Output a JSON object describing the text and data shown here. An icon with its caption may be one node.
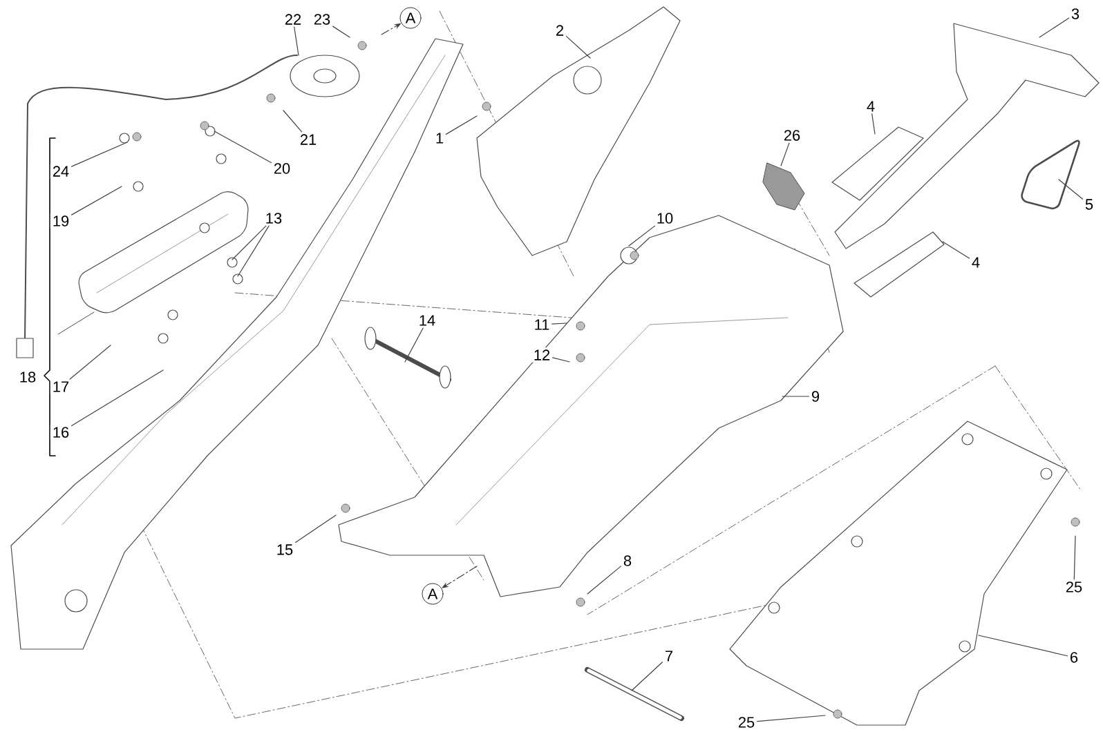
{
  "diagram": {
    "nodes": [
      {
        "text": [
          "1"
        ]
      },
      {
        "text": [
          "2"
        ]
      },
      {
        "text": [
          "3"
        ]
      },
      {
        "text": [
          "4"
        ]
      },
      {
        "text": [
          "4"
        ]
      },
      {
        "text": [
          "5"
        ]
      },
      {
        "text": [
          "6"
        ]
      },
      {
        "text": [
          "7"
        ]
      },
      {
        "text": [
          "8"
        ]
      },
      {
        "text": [
          "9"
        ]
      },
      {
        "text": [
          "10"
        ]
      },
      {
        "text": [
          "11"
        ]
      },
      {
        "text": [
          "12"
        ]
      },
      {
        "text": [
          "13"
        ]
      },
      {
        "text": [
          "14"
        ]
      },
      {
        "text": [
          "15"
        ]
      },
      {
        "text": [
          "16"
        ]
      },
      {
        "text": [
          "17"
        ]
      },
      {
        "text": [
          "19"
        ]
      },
      {
        "text": [
          "20"
        ]
      },
      {
        "text": [
          "21"
        ]
      },
      {
        "text": [
          "22"
        ]
      },
      {
        "text": [
          "23"
        ]
      },
      {
        "text": [
          "24"
        ]
      },
      {
        "text": [
          "25"
        ]
      },
      {
        "text": [
          "25"
        ]
      },
      {
        "text": [
          "26"
        ]
      },
      {
        "text": [
          "A"
        ]
      },
      {
        "text": [
          "A"
        ]
      }
    ],
    "edges": [
      {
        "from": 0,
        "to": null,
        "arrow": "none"
      },
      {
        "from": 1,
        "to": null,
        "arrow": "none"
      },
      {
        "from": 2,
        "to": null,
        "arrow": "none"
      },
      {
        "from": 3,
        "to": null,
        "arrow": "none"
      },
      {
        "from": 4,
        "to": null,
        "arrow": "none"
      },
      {
        "from": 5,
        "to": null,
        "arrow": "none"
      },
      {
        "from": 6,
        "to": null,
        "arrow": "none"
      },
      {
        "from": 7,
        "to": null,
        "arrow": "none"
      },
      {
        "from": 8,
        "to": null,
        "arrow": "none"
      },
      {
        "from": 9,
        "to": null,
        "arrow": "none"
      },
      {
        "from": 10,
        "to": null,
        "arrow": "none"
      },
      {
        "from": 11,
        "to": null,
        "arrow": "none"
      },
      {
        "from": 12,
        "to": null,
        "arrow": "none"
      },
      {
        "from": 13,
        "to": null,
        "arrow": "none"
      },
      {
        "from": 13,
        "to": null,
        "arrow": "none"
      },
      {
        "from": 14,
        "to": null,
        "arrow": "none"
      },
      {
        "from": 15,
        "to": null,
        "arrow": "none"
      },
      {
        "from": 16,
        "to": null,
        "arrow": "none"
      },
      {
        "from": 17,
        "to": null,
        "arrow": "none"
      },
      {
        "from": 18,
        "to": null,
        "arrow": "none"
      },
      {
        "from": 19,
        "to": null,
        "arrow": "none"
      },
      {
        "from": 20,
        "to": null,
        "arrow": "none"
      },
      {
        "from": 21,
        "to": null,
        "arrow": "none"
      },
      {
        "from": 22,
        "to": null,
        "arrow": "none"
      },
      {
        "from": 23,
        "to": null,
        "arrow": "none"
      },
      {
        "from": 24,
        "to": null,
        "arrow": "none"
      },
      {
        "from": 25,
        "to": null,
        "arrow": "none"
      },
      {
        "from": 26,
        "to": null,
        "arrow": "none"
      },
      {
        "from": null,
        "to": 27,
        "arrow": "to",
        "style": "dashed"
      },
      {
        "from": null,
        "to": 28,
        "arrow": "to",
        "style": "dashed"
      }
    ],
    "labels": [
      "18"
    ]
  }
}
